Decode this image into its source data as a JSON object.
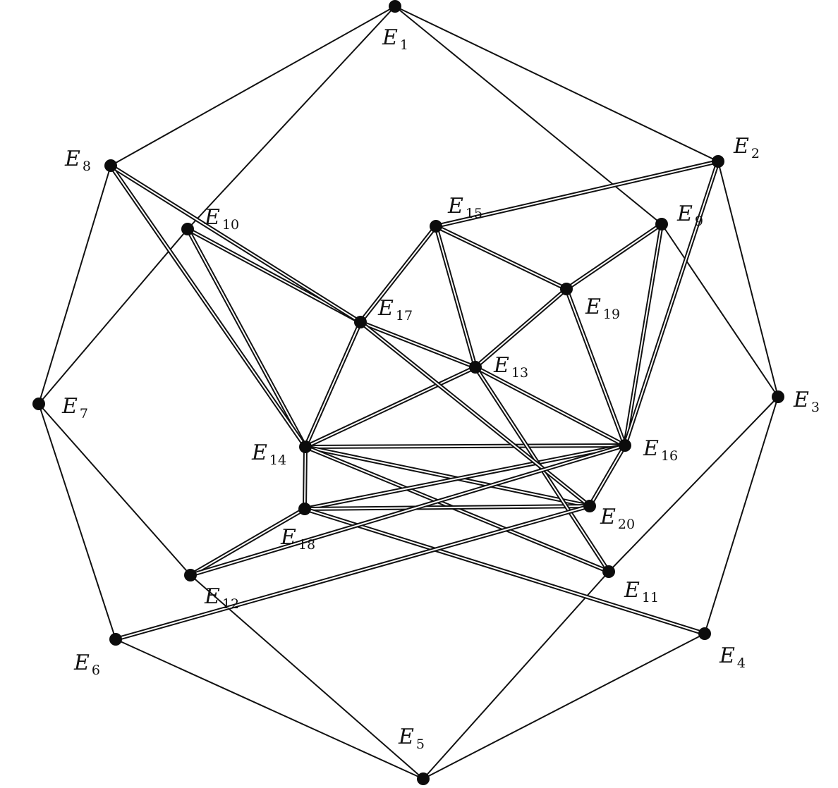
{
  "diagram": {
    "vertices": [
      {
        "id": "E1",
        "main": "E",
        "sub": "1"
      },
      {
        "id": "E2",
        "main": "E",
        "sub": "2"
      },
      {
        "id": "E3",
        "main": "E",
        "sub": "3"
      },
      {
        "id": "E4",
        "main": "E",
        "sub": "4"
      },
      {
        "id": "E5",
        "main": "E",
        "sub": "5"
      },
      {
        "id": "E6",
        "main": "E",
        "sub": "6"
      },
      {
        "id": "E7",
        "main": "E",
        "sub": "7"
      },
      {
        "id": "E8",
        "main": "E",
        "sub": "8"
      },
      {
        "id": "E9",
        "main": "E",
        "sub": "9"
      },
      {
        "id": "E10",
        "main": "E",
        "sub": "10"
      },
      {
        "id": "E11",
        "main": "E",
        "sub": "11"
      },
      {
        "id": "E12",
        "main": "E",
        "sub": "12"
      },
      {
        "id": "E13",
        "main": "E",
        "sub": "13"
      },
      {
        "id": "E14",
        "main": "E",
        "sub": "14"
      },
      {
        "id": "E15",
        "main": "E",
        "sub": "15"
      },
      {
        "id": "E16",
        "main": "E",
        "sub": "16"
      },
      {
        "id": "E17",
        "main": "E",
        "sub": "17"
      },
      {
        "id": "E18",
        "main": "E",
        "sub": "18"
      },
      {
        "id": "E19",
        "main": "E",
        "sub": "19"
      },
      {
        "id": "E20",
        "main": "E",
        "sub": "20"
      }
    ],
    "single_edges": [
      [
        "E1",
        "E2"
      ],
      [
        "E2",
        "E3"
      ],
      [
        "E3",
        "E4"
      ],
      [
        "E4",
        "E5"
      ],
      [
        "E5",
        "E6"
      ],
      [
        "E6",
        "E7"
      ],
      [
        "E7",
        "E8"
      ],
      [
        "E8",
        "E1"
      ],
      [
        "E1",
        "E10"
      ],
      [
        "E1",
        "E9"
      ],
      [
        "E9",
        "E3"
      ],
      [
        "E3",
        "E11"
      ],
      [
        "E11",
        "E5"
      ],
      [
        "E5",
        "E12"
      ],
      [
        "E12",
        "E7"
      ],
      [
        "E7",
        "E10"
      ]
    ],
    "double_edges": [
      [
        "E15",
        "E19"
      ],
      [
        "E15",
        "E17"
      ],
      [
        "E15",
        "E13"
      ],
      [
        "E19",
        "E9"
      ],
      [
        "E19",
        "E13"
      ],
      [
        "E17",
        "E13"
      ],
      [
        "E10",
        "E17"
      ],
      [
        "E10",
        "E14"
      ],
      [
        "E8",
        "E14"
      ],
      [
        "E8",
        "E17"
      ],
      [
        "E17",
        "E14"
      ],
      [
        "E13",
        "E14"
      ],
      [
        "E9",
        "E16"
      ],
      [
        "E2",
        "E15"
      ],
      [
        "E2",
        "E16"
      ],
      [
        "E14",
        "E16"
      ],
      [
        "E14",
        "E18"
      ],
      [
        "E14",
        "E20"
      ],
      [
        "E14",
        "E11"
      ],
      [
        "E18",
        "E16"
      ],
      [
        "E18",
        "E20"
      ],
      [
        "E18",
        "E4"
      ],
      [
        "E16",
        "E20"
      ],
      [
        "E13",
        "E11"
      ],
      [
        "E13",
        "E16"
      ],
      [
        "E12",
        "E18"
      ],
      [
        "E6",
        "E20"
      ],
      [
        "E17",
        "E20"
      ],
      [
        "E19",
        "E16"
      ],
      [
        "E12",
        "E16"
      ]
    ]
  }
}
